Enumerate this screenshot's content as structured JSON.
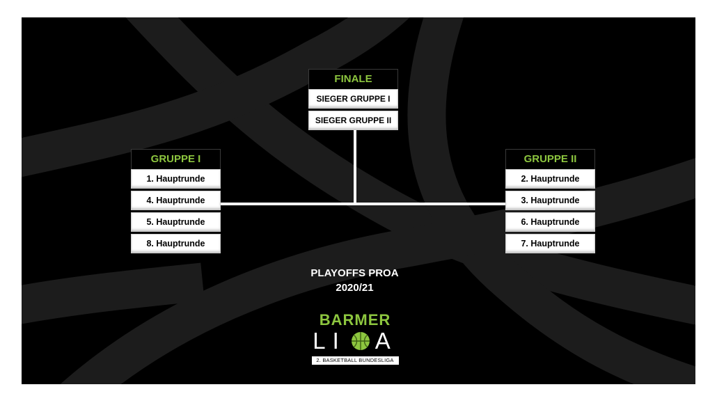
{
  "finale": {
    "title": "FINALE",
    "slots": [
      "SIEGER GRUPPE I",
      "SIEGER GRUPPE II"
    ]
  },
  "gruppe1": {
    "title": "GRUPPE I",
    "slots": [
      "1. Hauptrunde",
      "4. Hauptrunde",
      "5. Hauptrunde",
      "8. Hauptrunde"
    ]
  },
  "gruppe2": {
    "title": "GRUPPE II",
    "slots": [
      "2. Hauptrunde",
      "3. Hauptrunde",
      "6. Hauptrunde",
      "7. Hauptrunde"
    ]
  },
  "title": {
    "line1": "PLAYOFFS PROA",
    "line2": "2020/21"
  },
  "logo": {
    "top": "BARMER",
    "liga_left": "LI",
    "liga_right": "A",
    "sub": "2. BASKETBALL BUNDESLIGA",
    "icon": "basketball-icon"
  },
  "colors": {
    "accent": "#8dc63f",
    "background": "#000000",
    "slot": "#ffffff"
  }
}
